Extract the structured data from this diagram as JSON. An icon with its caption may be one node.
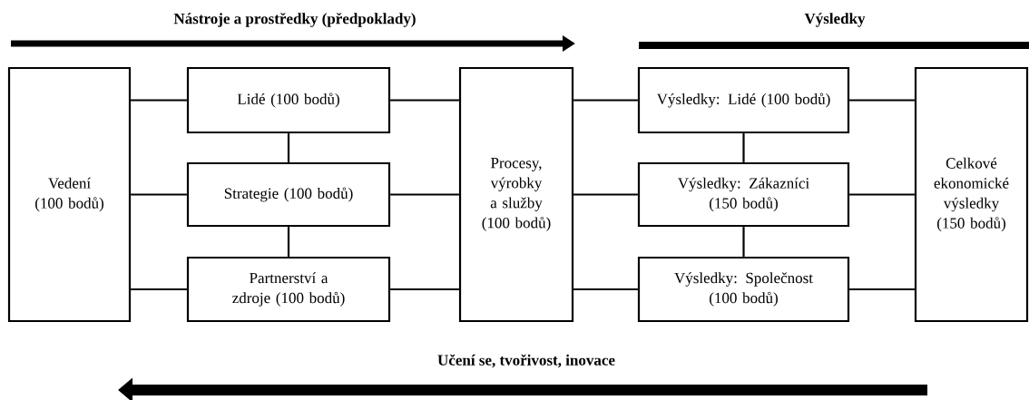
{
  "diagram": {
    "nodes": [
      {
        "text": [
          "Vedení (100 bodů)"
        ]
      },
      {
        "text": [
          "Lidé (100 bodů)"
        ]
      },
      {
        "text": [
          "Strategie (100 bodů)"
        ]
      },
      {
        "text": [
          "Partnerství a zdroje (100 bodů)"
        ]
      },
      {
        "text": [
          "Procesy, výrobky a služby (100 bodů)"
        ]
      },
      {
        "text": [
          "Výsledky: Lidé (100 bodů)"
        ]
      },
      {
        "text": [
          "Výsledky: Zákazníci (150 bodů)"
        ]
      },
      {
        "text": [
          "Výsledky: Společnost (100 bodů)"
        ]
      },
      {
        "text": [
          "Celkové ekonomické výsledky (150 bodů)"
        ]
      }
    ],
    "edges": [
      {
        "from": 0,
        "to": 1,
        "arrow": "none"
      },
      {
        "from": 0,
        "to": 2,
        "arrow": "none"
      },
      {
        "from": 0,
        "to": 3,
        "arrow": "none"
      },
      {
        "from": 1,
        "to": 2,
        "arrow": "none"
      },
      {
        "from": 2,
        "to": 3,
        "arrow": "none"
      },
      {
        "from": 1,
        "to": 4,
        "arrow": "none"
      },
      {
        "from": 2,
        "to": 4,
        "arrow": "none"
      },
      {
        "from": 3,
        "to": 4,
        "arrow": "none"
      },
      {
        "from": 4,
        "to": 5,
        "arrow": "none"
      },
      {
        "from": 4,
        "to": 6,
        "arrow": "none"
      },
      {
        "from": 4,
        "to": 7,
        "arrow": "none"
      },
      {
        "from": 5,
        "to": 6,
        "arrow": "none"
      },
      {
        "from": 6,
        "to": 7,
        "arrow": "none"
      },
      {
        "from": 5,
        "to": 8,
        "arrow": "none"
      },
      {
        "from": 6,
        "to": 8,
        "arrow": "none"
      },
      {
        "from": 7,
        "to": 8,
        "arrow": "none"
      }
    ],
    "labels": [
      "Nástroje a prostředky (předpoklady)",
      "Výsledky",
      "Učení se, tvořivost, inovace"
    ]
  }
}
